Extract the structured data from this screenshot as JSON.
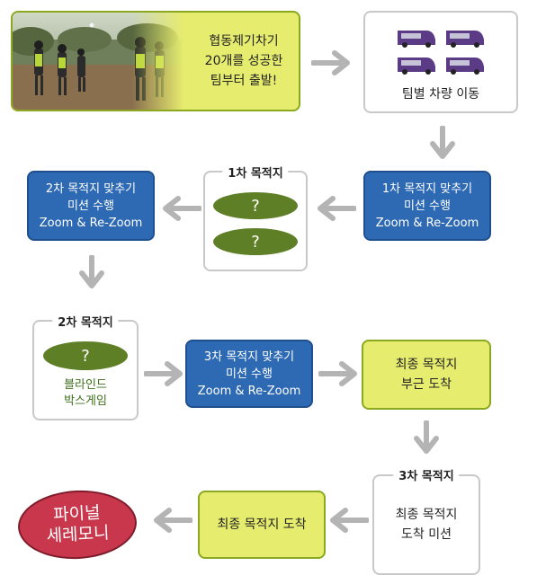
{
  "start": {
    "line1": "협동제기차기",
    "line2": "20개를 성공한",
    "line3": "팀부터 출발!"
  },
  "travel": {
    "label": "팀별 차량 이동"
  },
  "mission1": {
    "line1": "1차 목적지 맞추기",
    "line2": "미션 수행",
    "line3": "Zoom & Re-Zoom"
  },
  "dest1": {
    "title": "1차 목적지",
    "q1": "?",
    "q2": "?"
  },
  "mission2": {
    "line1": "2차 목적지 맞추기",
    "line2": "미션 수행",
    "line3": "Zoom & Re-Zoom"
  },
  "dest2": {
    "title": "2차 목적지",
    "q": "?",
    "line1": "블라인드",
    "line2": "박스게임"
  },
  "mission3": {
    "line1": "3차 목적지 맞추기",
    "line2": "미션 수행",
    "line3": "Zoom & Re-Zoom"
  },
  "near_final": {
    "line1": "최종 목적지",
    "line2": "부근 도착"
  },
  "dest3": {
    "title": "3차 목적지",
    "line1": "최종 목적지",
    "line2": "도착 미션"
  },
  "arrive_final": {
    "label": "최종 목적지 도착"
  },
  "ceremony": {
    "line1": "파이널",
    "line2": "세레모니"
  },
  "colors": {
    "blue": "#2e6ab4",
    "lime": "#e6ec6e",
    "olive": "#5f7f26",
    "crimson": "#c9374d",
    "arrow": "#b4b4b4"
  }
}
